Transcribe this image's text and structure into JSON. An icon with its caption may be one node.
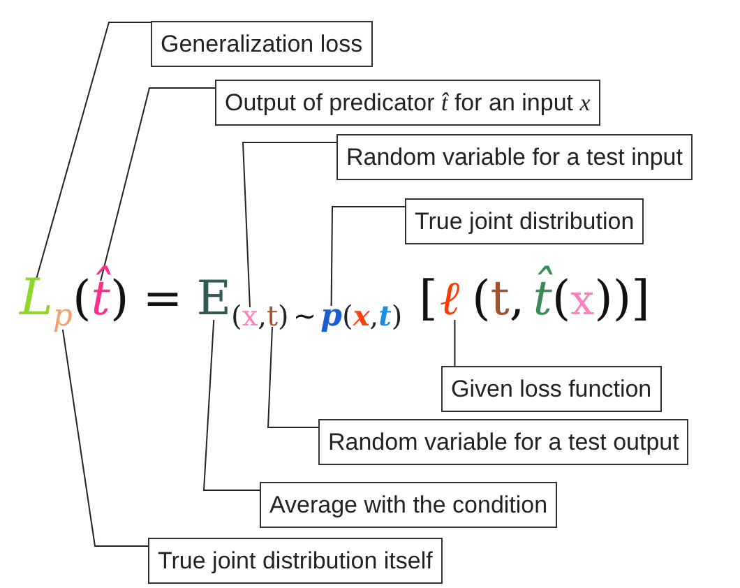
{
  "diagram": {
    "nodes": [
      {
        "text": [
          "Generalization loss"
        ]
      },
      {
        "text": [
          "Output of predicator *t̂* for an input *x*"
        ]
      },
      {
        "text": [
          "Random variable for a test input"
        ]
      },
      {
        "text": [
          "True joint distribution"
        ]
      },
      {
        "text": [
          "Given loss function"
        ]
      },
      {
        "text": [
          "Random variable for a test output"
        ]
      },
      {
        "text": [
          "Average with the condition"
        ]
      },
      {
        "text": [
          "True joint distribution itself"
        ]
      },
      {
        "text": [
          "L"
        ]
      },
      {
        "text": [
          "p"
        ]
      },
      {
        "text": [
          "t̂"
        ]
      },
      {
        "text": [
          "E"
        ]
      },
      {
        "text": [
          "x"
        ]
      },
      {
        "text": [
          "t"
        ]
      },
      {
        "text": [
          "p"
        ]
      },
      {
        "text": [
          "ℓ"
        ]
      }
    ],
    "edges": [
      {
        "from": 0,
        "to": 8,
        "arrow": "none"
      },
      {
        "from": 1,
        "to": 10,
        "arrow": "none"
      },
      {
        "from": 2,
        "to": 12,
        "arrow": "none"
      },
      {
        "from": 3,
        "to": 14,
        "arrow": "none"
      },
      {
        "from": 4,
        "to": 15,
        "arrow": "none"
      },
      {
        "from": 5,
        "to": 13,
        "arrow": "none"
      },
      {
        "from": 6,
        "to": 11,
        "arrow": "none"
      },
      {
        "from": 7,
        "to": 9,
        "arrow": "none"
      }
    ],
    "labels": [
      "(",
      ")",
      "=",
      "(",
      ",",
      ")",
      "~",
      "(",
      "x",
      ",",
      "t",
      ")",
      "[",
      "(",
      "t",
      ",",
      "t̂",
      "(",
      "x",
      ")",
      ")",
      "]"
    ]
  }
}
